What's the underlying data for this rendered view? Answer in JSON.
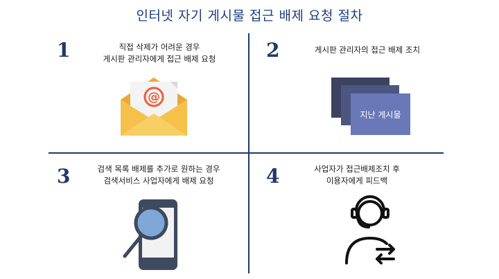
{
  "title": "인터넷 자기 게시물 접근 배제 요청 절차",
  "steps": [
    {
      "number": "1",
      "lines": [
        "직접 삭제가 어려운 경우",
        "게시판 관리자에게 접근 배제 요청"
      ],
      "icon": "email-envelope-icon"
    },
    {
      "number": "2",
      "lines": [
        "게시판 관리자의 접근 배제 조치"
      ],
      "card_label": "지난 게시물",
      "icon": "stacked-posts-icon"
    },
    {
      "number": "3",
      "lines": [
        "검색 목록 배제를 추가로 원하는 경우",
        "검색서비스 사업자에게 배제 요청"
      ],
      "icon": "phone-search-icon"
    },
    {
      "number": "4",
      "lines": [
        "사업자가 접근배제조치 후",
        "이용자에게 피드백"
      ],
      "icon": "support-agent-icon"
    }
  ],
  "colors": {
    "accent": "#1f3a68",
    "envelope": "#f6c14b",
    "at_sign": "#e8603c",
    "cards": [
      "#3b4360",
      "#4c5680",
      "#6a78b8"
    ],
    "phone": "#3e4a5e",
    "magnifier": "#7fa7d8"
  }
}
